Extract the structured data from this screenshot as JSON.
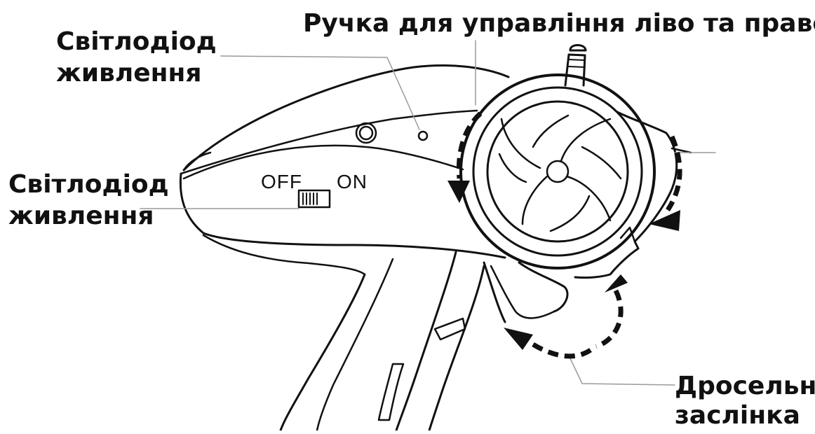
{
  "labels": {
    "steering_wheel": "Ручка для управління ліво та право",
    "led_top_line1": "Світлодіод",
    "led_top_line2": "живлення",
    "led_left_line1": "Світлодіод",
    "led_left_line2": "живлення",
    "throttle_line1": "Дросельна",
    "throttle_line2": "заслінка"
  },
  "switch": {
    "off": "OFF",
    "on": "ON"
  },
  "colors": {
    "ink": "#111111",
    "background": "#ffffff"
  }
}
